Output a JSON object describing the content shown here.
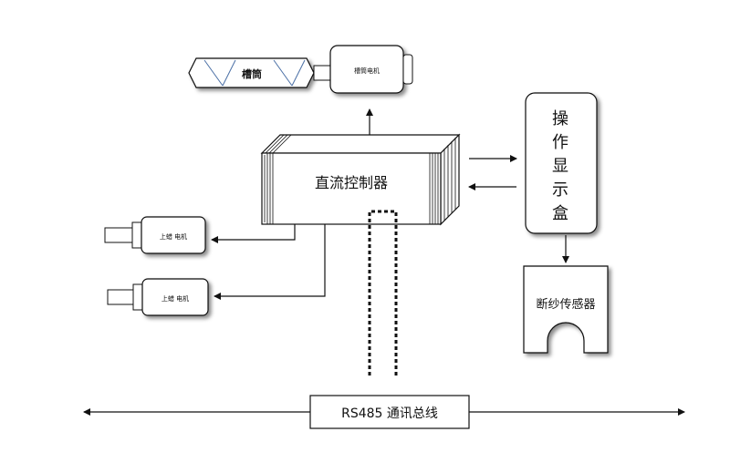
{
  "diagram": {
    "drum": {
      "label": "槽筒"
    },
    "drum_motor": {
      "label": "槽筒电机"
    },
    "controller": {
      "label": "直流控制器"
    },
    "display_box": {
      "label_chars": [
        "操",
        "作",
        "显",
        "示",
        "盒"
      ]
    },
    "feed_motor_1": {
      "label": "上蜡 电机"
    },
    "feed_motor_2": {
      "label": "上蜡 电机"
    },
    "yarn_sensor": {
      "label": "断纱传感器"
    },
    "bus": {
      "label": "RS485 通讯总线"
    }
  },
  "colors": {
    "stroke": "#111111",
    "fill": "#ffffff"
  }
}
